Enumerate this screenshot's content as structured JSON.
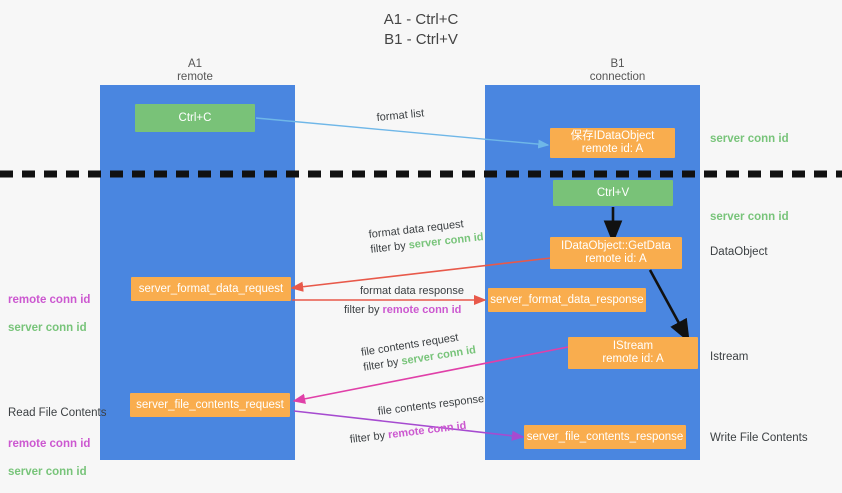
{
  "title": "A1 - Ctrl+C\nB1 - Ctrl+V",
  "colors": {
    "lane": "#4a86e0",
    "green_node": "#79c278",
    "orange_node": "#f9ad4e",
    "server_conn_id": "#78c47a",
    "remote_conn_id": "#cc58d0",
    "arrow_blue": "#6fb7e8",
    "arrow_red": "#e8594a",
    "arrow_pink": "#e040a8",
    "arrow_purple": "#a64bd0",
    "arrow_black": "#111111",
    "divider": "#111111"
  },
  "lanes": [
    {
      "id": "a1",
      "title": "A1\nremote"
    },
    {
      "id": "b1",
      "title": "B1\nconnection"
    }
  ],
  "nodes": [
    {
      "id": "ctrl-c",
      "label": "Ctrl+C",
      "kind": "green"
    },
    {
      "id": "save-idataobject",
      "label": "保存IDataObject\nremote id: A",
      "kind": "orange"
    },
    {
      "id": "ctrl-v",
      "label": "Ctrl+V",
      "kind": "green"
    },
    {
      "id": "idataobject-getdata",
      "label": "IDataObject::GetData\nremote id: A",
      "kind": "orange"
    },
    {
      "id": "server-format-data-request",
      "label": "server_format_data_request",
      "kind": "orange"
    },
    {
      "id": "server-format-data-response",
      "label": "server_format_data_response",
      "kind": "orange"
    },
    {
      "id": "istream",
      "label": "IStream\nremote id: A",
      "kind": "orange"
    },
    {
      "id": "server-file-contents-request",
      "label": "server_file_contents_request",
      "kind": "orange"
    },
    {
      "id": "server-file-contents-response",
      "label": "server_file_contents_response",
      "kind": "orange"
    }
  ],
  "right_labels": [
    {
      "id": "server-conn-id-1",
      "text": "server conn id",
      "color": "server"
    },
    {
      "id": "server-conn-id-2",
      "text": "server conn id",
      "color": "server"
    },
    {
      "id": "dataobject",
      "text": "DataObject",
      "color": "dark"
    },
    {
      "id": "istream-label",
      "text": "Istream",
      "color": "dark"
    },
    {
      "id": "write-file-contents",
      "text": "Write File Contents",
      "color": "dark"
    }
  ],
  "left_labels": [
    {
      "id": "conn-ids-1",
      "remote": "remote conn id",
      "server": "server conn id"
    },
    {
      "id": "read-file-contents",
      "heading": "Read File Contents",
      "remote": "remote conn id",
      "server": "server conn id"
    }
  ],
  "edges": [
    {
      "id": "format-list",
      "label": "format list",
      "filter_prefix": "",
      "filter_target": "",
      "color": "arrow_blue"
    },
    {
      "id": "format-data-request",
      "label": "format data request",
      "filter_prefix": "filter by ",
      "filter_target": "server conn id",
      "filter_color": "server",
      "color": "arrow_red"
    },
    {
      "id": "format-data-response",
      "label": "format data response",
      "filter_prefix": "filter by ",
      "filter_target": "remote conn id",
      "filter_color": "remote",
      "color": "arrow_red"
    },
    {
      "id": "file-contents-request",
      "label": "file contents request",
      "filter_prefix": "filter by ",
      "filter_target": "server conn id",
      "filter_color": "server",
      "color": "arrow_pink"
    },
    {
      "id": "file-contents-response",
      "label": "file contents response",
      "filter_prefix": "filter by ",
      "filter_target": "remote conn id",
      "filter_color": "remote",
      "color": "arrow_purple"
    }
  ]
}
